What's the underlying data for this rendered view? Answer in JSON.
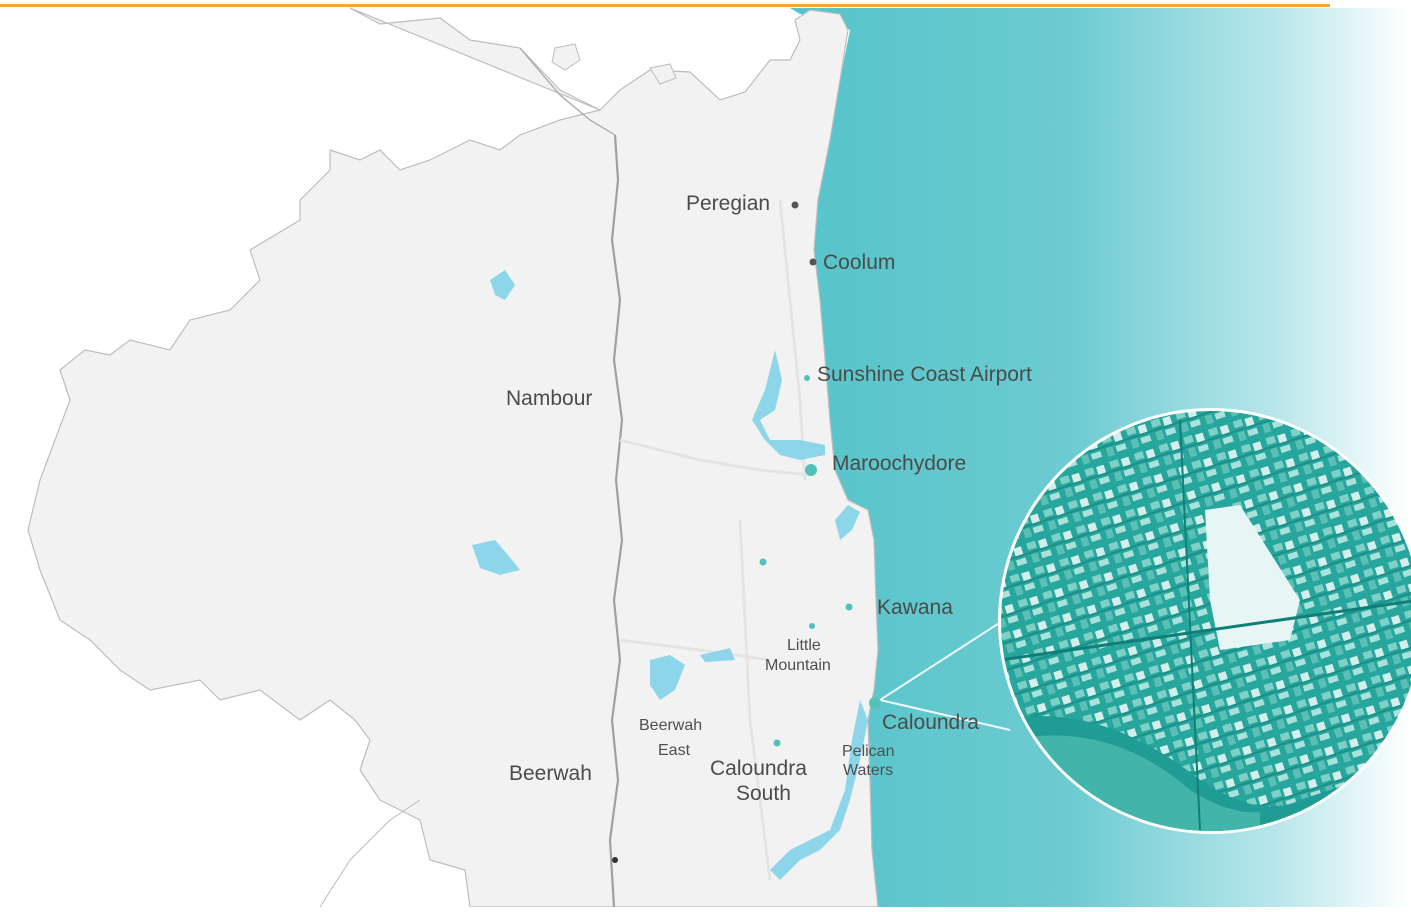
{
  "colors": {
    "top_rule": "#f0a830",
    "land": "#f2f2f2",
    "boundary": "#bdbdbd",
    "ocean": "#5bc7cc",
    "water_inland": "#8dd6e9",
    "label_text": "#4b4b4b",
    "marker_dark": "#555555",
    "marker_teal": "#52c2b9",
    "inset_teal": "#1fa39a"
  },
  "icons": {
    "place_marker": "dot-icon",
    "inset": "aerial-photo-inset"
  },
  "places": {
    "peregian": "Peregian",
    "coolum": "Coolum",
    "airport": "Sunshine Coast Airport",
    "nambour": "Nambour",
    "maroochydore": "Maroochydore",
    "kawana": "Kawana",
    "little_mountain_1": "Little",
    "little_mountain_2": "Mountain",
    "beerwah_east_1": "Beerwah",
    "beerwah_east_2": "East",
    "caloundra_south_1": "Caloundra",
    "caloundra_south_2": "South",
    "pelican_waters_1": "Pelican",
    "pelican_waters_2": "Waters",
    "caloundra": "Caloundra",
    "beerwah": "Beerwah"
  }
}
